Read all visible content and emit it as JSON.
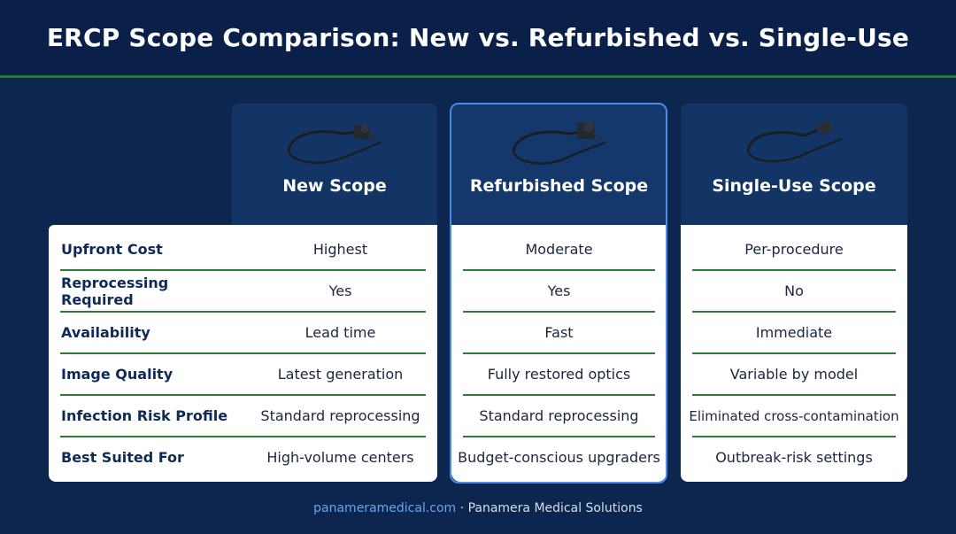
{
  "title": "ERCP Scope Comparison: New vs. Refurbished vs. Single-Use",
  "columns": [
    {
      "key": "new",
      "label": "New Scope",
      "icon": "endoscope-icon"
    },
    {
      "key": "refurbished",
      "label": "Refurbished Scope",
      "icon": "endoscope-icon"
    },
    {
      "key": "single_use",
      "label": "Single-Use Scope",
      "icon": "endoscope-icon"
    }
  ],
  "rows": [
    {
      "label": "Upfront Cost",
      "new": "Highest",
      "refurbished": "Moderate",
      "single_use": "Per-procedure"
    },
    {
      "label": "Reprocessing Required",
      "new": "Yes",
      "refurbished": "Yes",
      "single_use": "No"
    },
    {
      "label": "Availability",
      "new": "Lead time",
      "refurbished": "Fast",
      "single_use": "Immediate"
    },
    {
      "label": "Image Quality",
      "new": "Latest generation",
      "refurbished": "Fully restored optics",
      "single_use": "Variable by model"
    },
    {
      "label": "Infection Risk Profile",
      "new": "Standard reprocessing",
      "refurbished": "Standard reprocessing",
      "single_use": "Eliminated cross-contamination"
    },
    {
      "label": "Best Suited For",
      "new": "High-volume centers",
      "refurbished": "Budget-conscious upgraders",
      "single_use": "Outbreak-risk settings"
    }
  ],
  "footer": {
    "link": "panameramedical.com",
    "separator": " · ",
    "company": "Panamera Medical Solutions"
  },
  "colors": {
    "background": "#0d2650",
    "header_band": "#0b2048",
    "accent_green": "#1f7a32",
    "highlight_blue": "#4a8be6",
    "link_blue": "#6aa4f0"
  }
}
